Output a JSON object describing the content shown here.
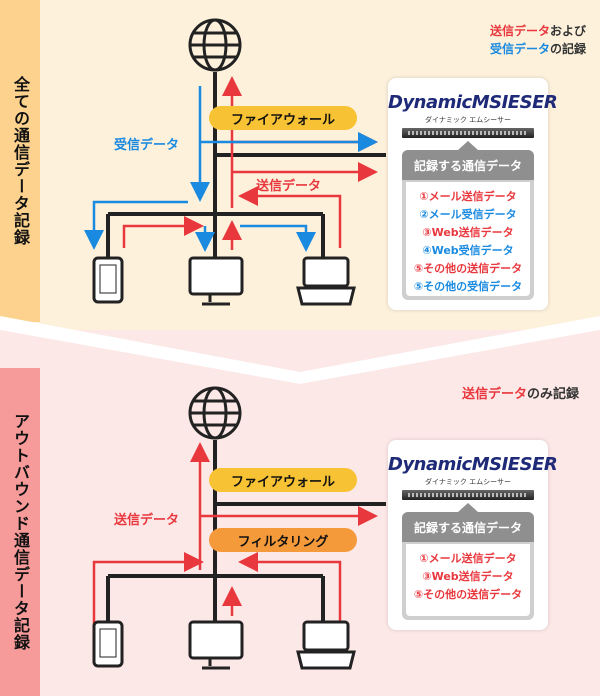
{
  "panel1": {
    "side_label": "全ての通信データ記録",
    "legend_line1_red": "送信データ",
    "legend_line1_rest": "および",
    "legend_line2_blue": "受信データ",
    "legend_line2_rest": "の記録",
    "firewall_label": "ファイアウォール",
    "receive_label": "受信データ",
    "send_label": "送信データ",
    "server_logo": "DynamicMSIESER",
    "server_logo_sub": "ダイナミック エムシーサー",
    "record_title": "記録する通信データ",
    "record_items": [
      {
        "text": "①メール送信データ",
        "type": "send"
      },
      {
        "text": "②メール受信データ",
        "type": "receive"
      },
      {
        "text": "③Web送信データ",
        "type": "send"
      },
      {
        "text": "④Web受信データ",
        "type": "receive"
      },
      {
        "text": "⑤その他の送信データ",
        "type": "send"
      },
      {
        "text": "⑤その他の受信データ",
        "type": "receive"
      }
    ]
  },
  "panel2": {
    "side_label": "アウトバウンド通信データ記録",
    "legend_red": "送信データ",
    "legend_rest": "のみ記録",
    "firewall_label": "ファイアウォール",
    "filter_label": "フィルタリング",
    "send_label": "送信データ",
    "server_logo": "DynamicMSIESER",
    "server_logo_sub": "ダイナミック エムシーサー",
    "record_title": "記録する通信データ",
    "record_items": [
      {
        "text": "①メール送信データ",
        "type": "send"
      },
      {
        "text": "③Web送信データ",
        "type": "send"
      },
      {
        "text": "⑤その他の送信データ",
        "type": "send"
      }
    ]
  },
  "colors": {
    "send": "#e8383d",
    "receive": "#1a8ae0",
    "panel1_bg": "#fdf1dc",
    "panel1_side": "#fcd28e",
    "panel2_bg": "#fde8e8",
    "panel2_side": "#f79a9a",
    "firewall": "#f7c233",
    "filter": "#f59a3a"
  },
  "icons": {
    "internet": "globe-icon",
    "devices": [
      "tablet-icon",
      "desktop-icon",
      "laptop-icon"
    ]
  }
}
